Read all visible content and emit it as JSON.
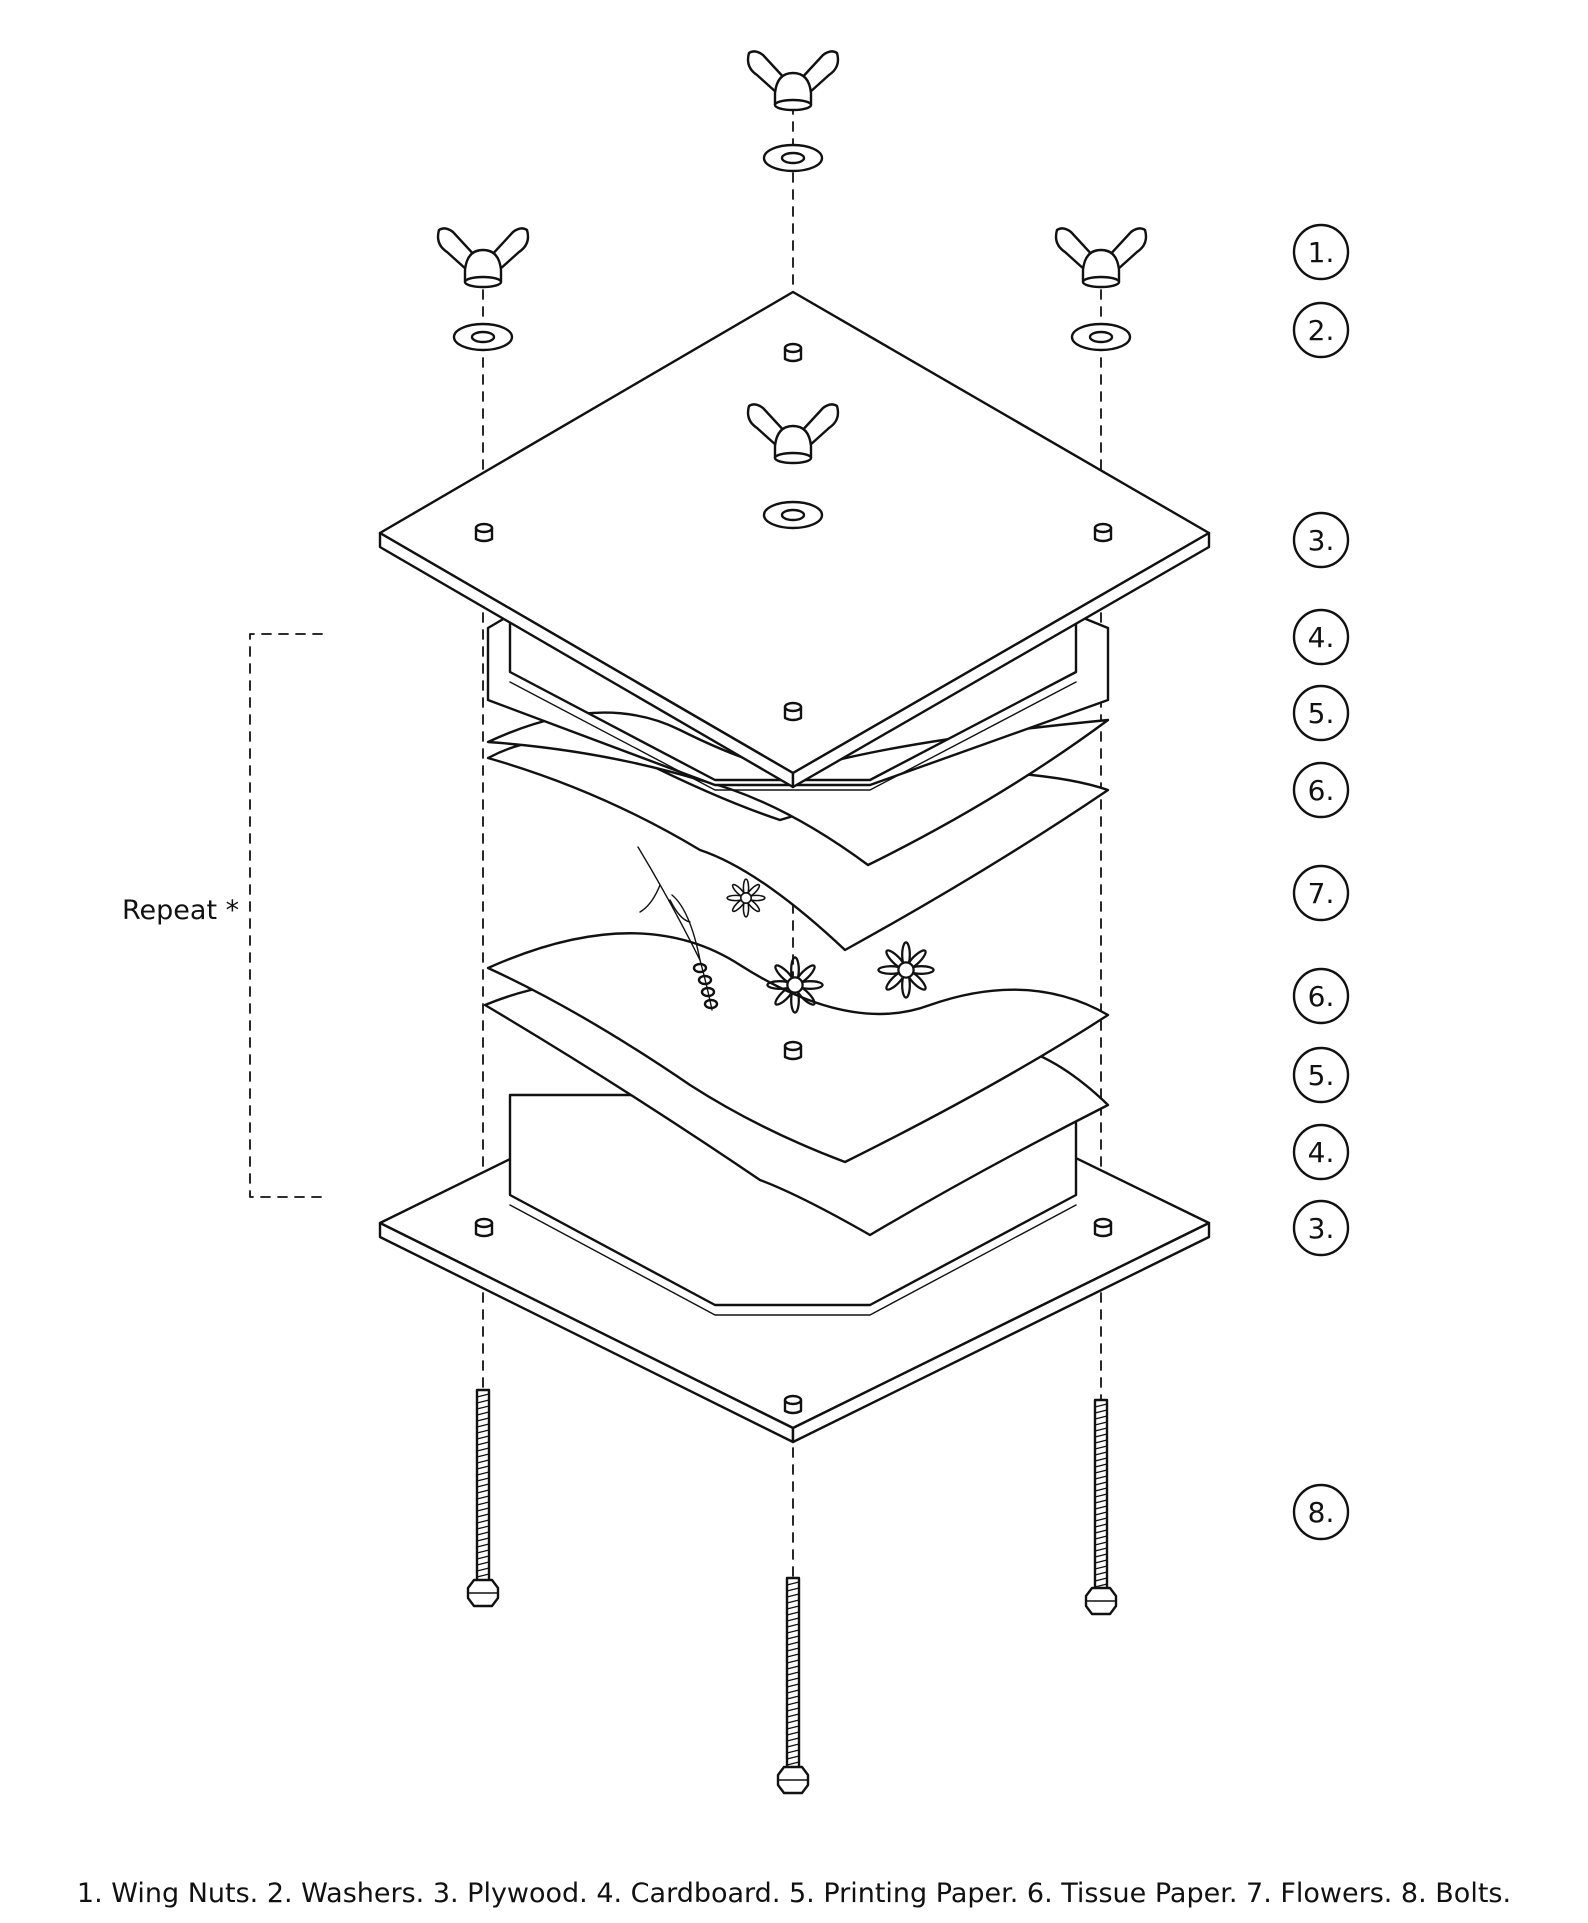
{
  "repeat_label": "Repeat *",
  "callouts": [
    "1.",
    "2.",
    "3.",
    "4.",
    "5.",
    "6.",
    "7.",
    "6.",
    "5.",
    "4.",
    "3.",
    "8."
  ],
  "caption": "1. Wing Nuts. 2. Washers. 3. Plywood. 4. Cardboard. 5. Printing Paper. 6. Tissue Paper. 7. Flowers. 8. Bolts.",
  "colors": {
    "line": "#111111",
    "background": "#ffffff"
  }
}
